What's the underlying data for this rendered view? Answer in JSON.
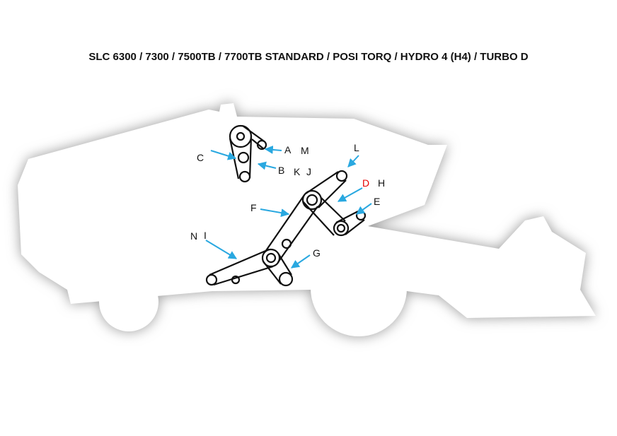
{
  "title": "SLC 6300 / 7300 / 7500TB / 7700TB STANDARD / POSI TORQ / HYDRO 4 (H4) / TURBO D",
  "colors": {
    "belt": "#111111",
    "arrow": "#29a8e0",
    "silhouette": "#ffffff",
    "shadow": "#9a9a9a",
    "label": "#111111",
    "label_highlight": "#e60000"
  },
  "labels": {
    "A": "A",
    "M": "M",
    "B": "B",
    "K": "K",
    "J": "J",
    "C": "C",
    "L": "L",
    "D": "D",
    "H": "H",
    "E": "E",
    "F": "F",
    "N": "N",
    "I": "I",
    "G": "G"
  },
  "highlighted_label": "D"
}
